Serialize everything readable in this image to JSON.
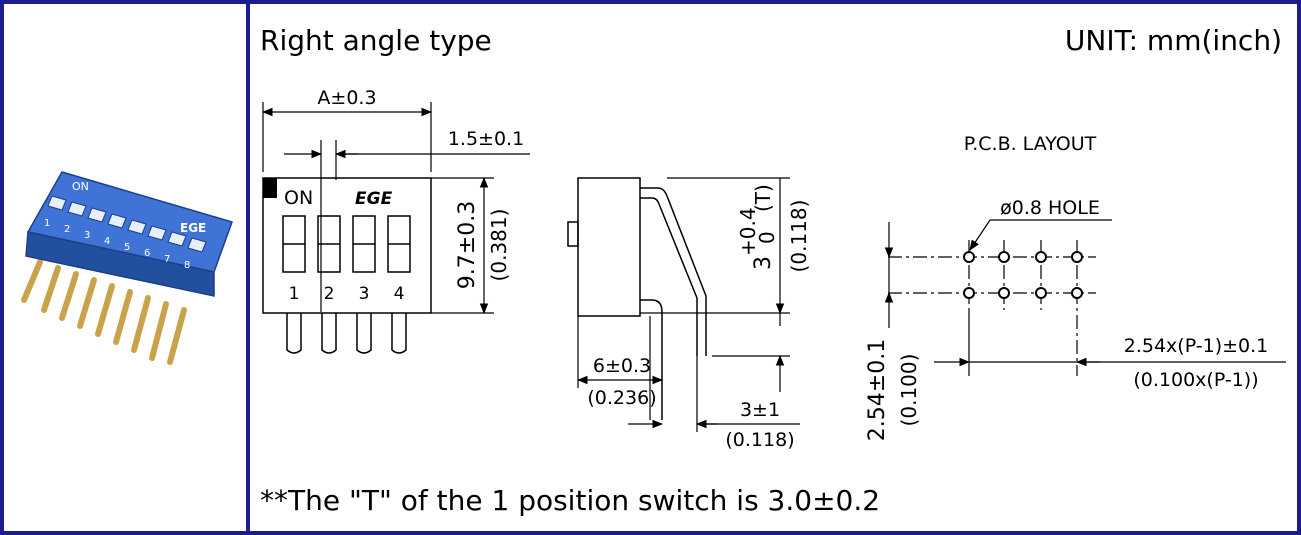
{
  "header": {
    "title": "Right angle type",
    "unit": "UNIT: mm(inch)"
  },
  "switch_photo": {
    "on_label": "ON",
    "brand": "EGE",
    "positions": [
      "1",
      "2",
      "3",
      "4",
      "5",
      "6",
      "7",
      "8"
    ],
    "body_color": "#2f62c4"
  },
  "front_view": {
    "dim_width": "A±0.3",
    "dim_pitch_gap": "1.5±0.1",
    "dim_height": "9.7±0.3",
    "dim_height_inch": "(0.381)",
    "on_label": "ON",
    "logo": "EGE",
    "positions": [
      "1",
      "2",
      "3",
      "4"
    ]
  },
  "side_view": {
    "dim_T_base": "3",
    "dim_T_plus": "+0.4",
    "dim_T_minus": "0",
    "dim_T_label": "(T)",
    "dim_T_inch": "(0.118)",
    "dim_body": "6±0.3",
    "dim_body_inch": "(0.236)",
    "dim_pin": "3±1",
    "dim_pin_inch": "(0.118)"
  },
  "pcb_layout": {
    "title": "P.C.B. LAYOUT",
    "hole": "ø0.8 HOLE",
    "dim_pitch": "2.54x(P-1)±0.1",
    "dim_pitch_inch": "(0.100x(P-1))",
    "dim_row": "2.54±0.1",
    "dim_row_inch": "(0.100)"
  },
  "footnote": "**The \"T\" of the 1 position switch is 3.0±0.2",
  "colors": {
    "border": "#1c1c8e",
    "switch_body": "#2f62c4",
    "pins": "#c9a24a"
  }
}
